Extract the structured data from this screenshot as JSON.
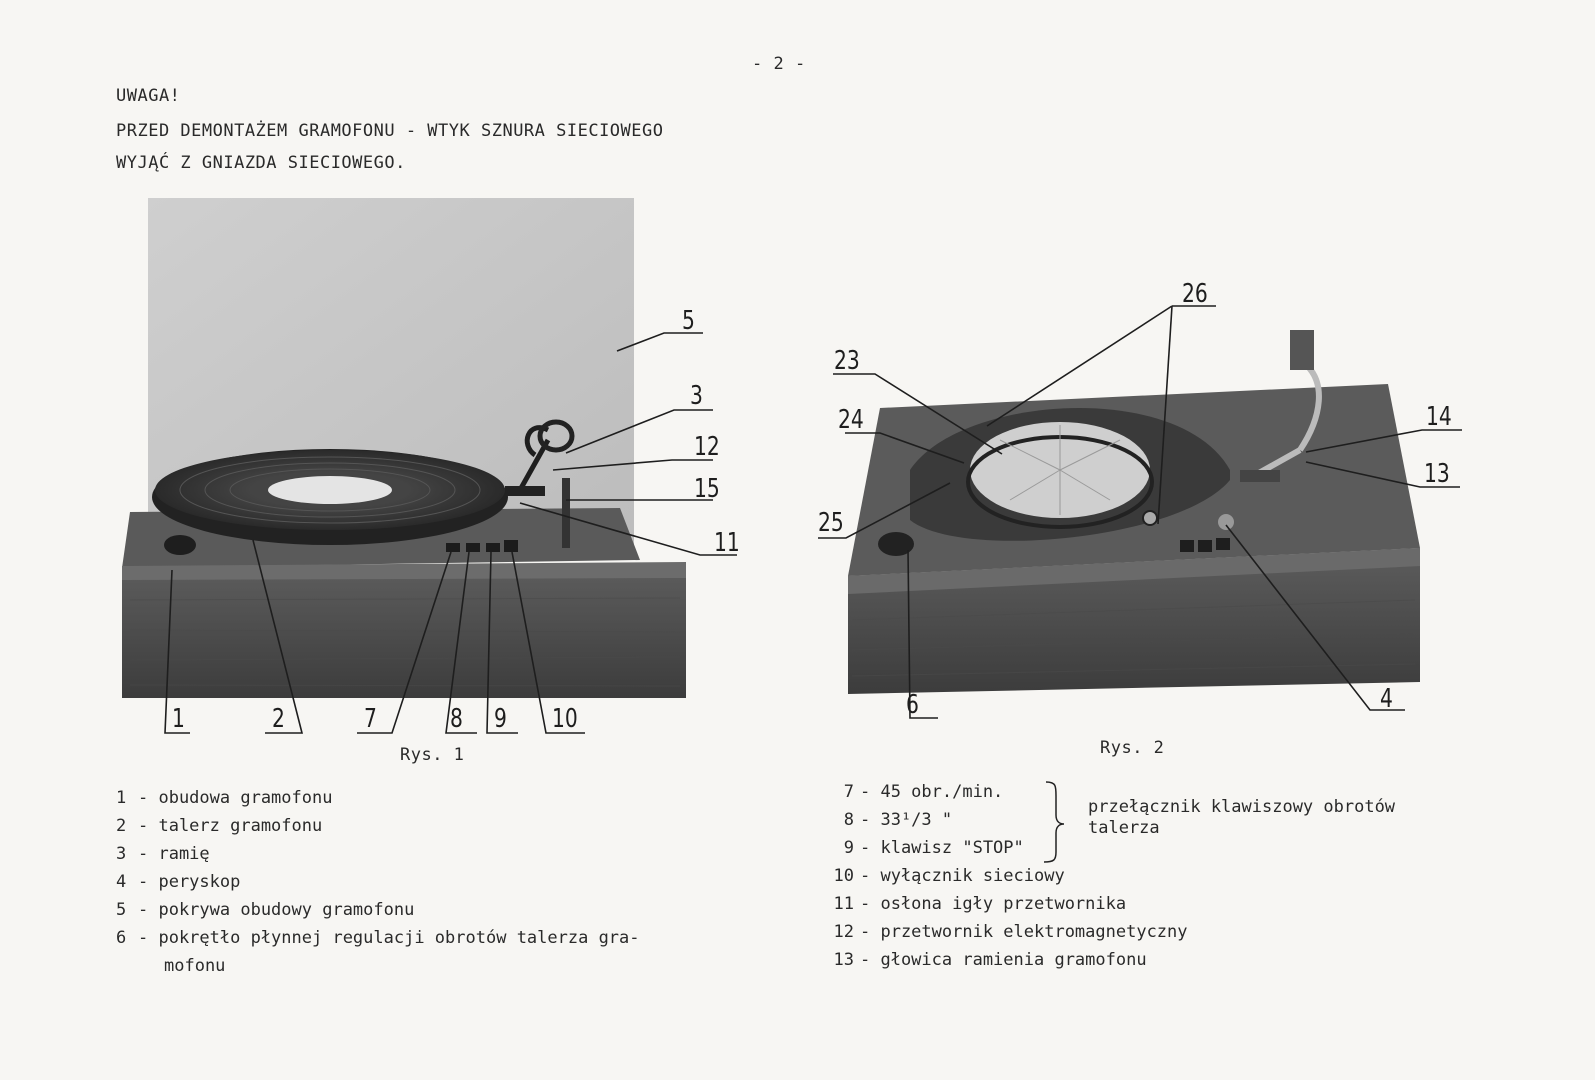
{
  "page_number": "- 2 -",
  "warning": {
    "title": "UWAGA!",
    "line1": "PRZED DEMONTAŻEM GRAMOFONU - WTYK SZNURA SIECIOWEGO",
    "line2": "WYJĄĆ Z GNIAZDA SIECIOWEGO."
  },
  "figure1": {
    "caption": "Rys. 1",
    "callouts": {
      "c1": "1",
      "c2": "2",
      "c3": "3",
      "c5": "5",
      "c7": "7",
      "c8": "8",
      "c9": "9",
      "c10": "10",
      "c11": "11",
      "c12": "12",
      "c15": "15"
    }
  },
  "figure2": {
    "caption": "Rys. 2",
    "callouts": {
      "c4": "4",
      "c6": "6",
      "c13": "13",
      "c14": "14",
      "c23": "23",
      "c24": "24",
      "c25": "25",
      "c26": "26"
    }
  },
  "legend_left": [
    {
      "num": "1",
      "text": "- obudowa gramofonu"
    },
    {
      "num": "2",
      "text": "- talerz gramofonu"
    },
    {
      "num": "3",
      "text": "- ramię"
    },
    {
      "num": "4",
      "text": "- peryskop"
    },
    {
      "num": "5",
      "text": "- pokrywa obudowy gramofonu"
    },
    {
      "num": "6",
      "text": "- pokrętło płynnej regulacji obrotów talerza gra-"
    },
    {
      "num": "",
      "text": "mofonu"
    }
  ],
  "legend_right": [
    {
      "num": "7",
      "text": "- 45 obr./min."
    },
    {
      "num": "8",
      "text": "- 33¹/3   \""
    },
    {
      "num": "9",
      "text": "- klawisz \"STOP\""
    },
    {
      "num": "10",
      "text": "- wyłącznik sieciowy"
    },
    {
      "num": "11",
      "text": "- osłona igły przetwornika"
    },
    {
      "num": "12",
      "text": "- przetwornik elektromagnetyczny"
    },
    {
      "num": "13",
      "text": "- głowica ramienia gramofonu"
    }
  ],
  "bracket_note": {
    "line1": "przełącznik klawiszowy obrotów",
    "line2": "talerza"
  }
}
